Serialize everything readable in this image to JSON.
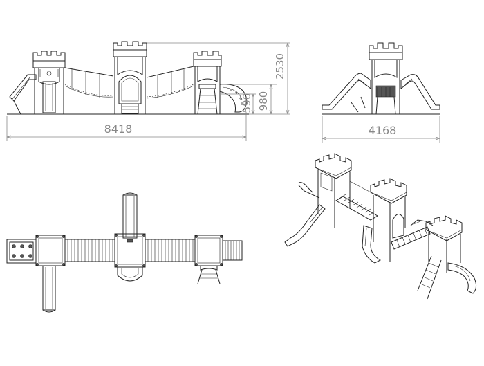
{
  "dimensions": {
    "front_length": "8418",
    "front_height": "2530",
    "front_platform_high": "980",
    "front_platform_low": "590",
    "side_width": "4168"
  },
  "colors": {
    "line": "#222222",
    "dimension": "#888888",
    "background": "#ffffff"
  }
}
